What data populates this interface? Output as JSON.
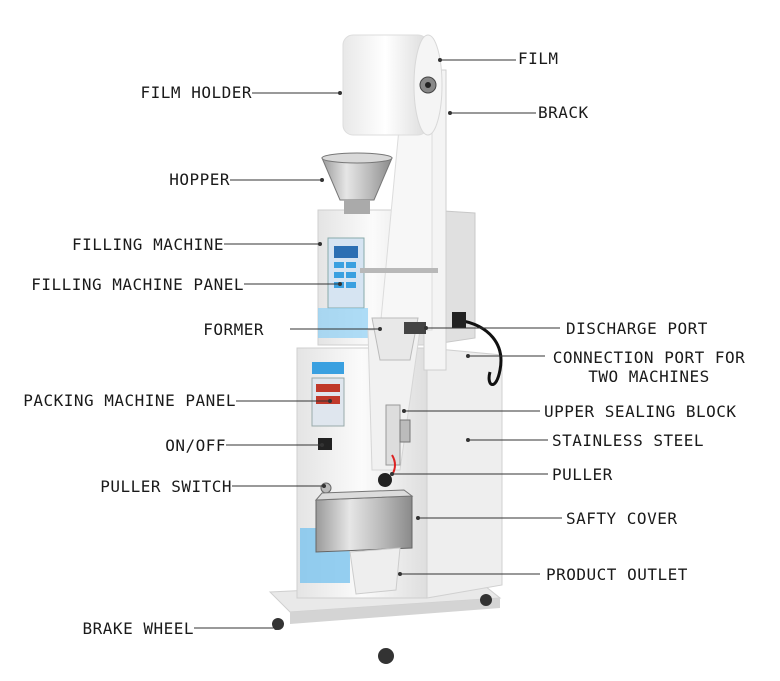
{
  "labels": {
    "film": "FILM",
    "film_holder": "FILM HOLDER",
    "brack": "BRACK",
    "hopper": "HOPPER",
    "filling_machine": "FILLING MACHINE",
    "filling_machine_panel": "FILLING MACHINE PANEL",
    "former": "FORMER",
    "discharge_port": "DISCHARGE PORT",
    "connection_port_line1": "CONNECTION PORT FOR",
    "connection_port_line2": "TWO MACHINES",
    "packing_machine_panel": "PACKING MACHINE PANEL",
    "upper_sealing_block": "UPPER SEALING BLOCK",
    "on_off": "ON/OFF",
    "stainless_steel": "STAINLESS STEEL",
    "puller": "PULLER",
    "puller_switch": "PULLER SWITCH",
    "safty_cover": "SAFTY COVER",
    "product_outlet": "PRODUCT OUTLET",
    "brake_wheel": "BRAKE WHEEL"
  },
  "colors": {
    "leader_line": "#333333",
    "text": "#1a1a1a",
    "machine_body": "#f2f2f2",
    "steel": "#c8c8c8",
    "accent_blue": "#3aa0e0"
  }
}
